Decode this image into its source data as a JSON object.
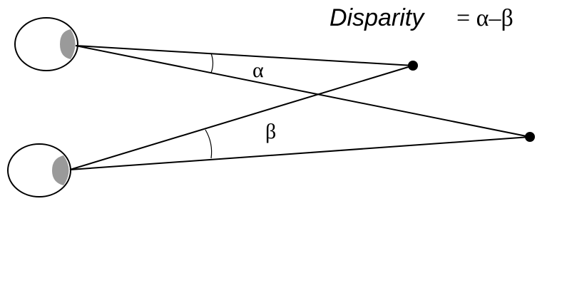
{
  "title": {
    "word": "Disparity",
    "formula": "= α–β"
  },
  "angles": {
    "alpha": "α",
    "beta": "β"
  },
  "colors": {
    "stroke": "#000000",
    "pupil": "#9a9a9a",
    "background": "#ffffff",
    "eye_fill": "#ffffff"
  },
  "icons": {
    "top_eye": "eye-icon",
    "bottom_eye": "eye-icon",
    "near_point": "filled-circle-dot",
    "far_point": "filled-circle-dot"
  }
}
